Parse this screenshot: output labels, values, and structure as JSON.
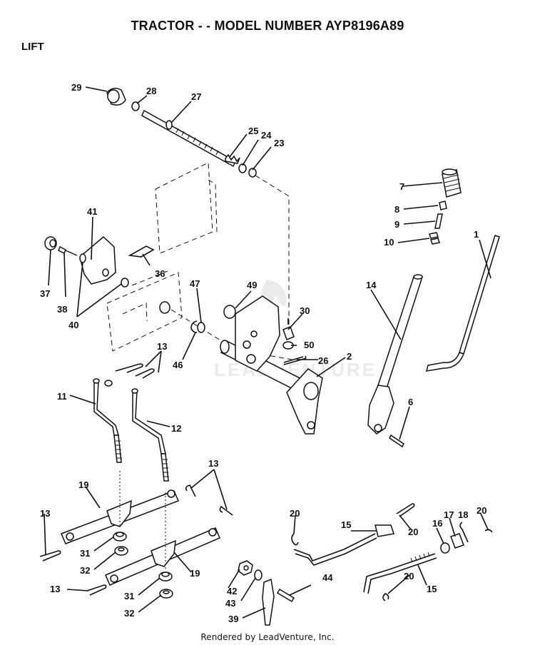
{
  "header": {
    "title": "TRACTOR - - MODEL NUMBER AYP8196A89",
    "section": "LIFT"
  },
  "footer": {
    "credit": "Rendered by LeadVenture, Inc."
  },
  "watermark": {
    "text": "LEADVENTURE"
  },
  "callouts": {
    "c1": "1",
    "c2": "2",
    "c6": "6",
    "c7": "7",
    "c8": "8",
    "c9": "9",
    "c10": "10",
    "c11": "11",
    "c12": "12",
    "c13a": "13",
    "c13b": "13",
    "c13c": "13",
    "c13d": "13",
    "c14": "14",
    "c15a": "15",
    "c15b": "15",
    "c16": "16",
    "c17": "17",
    "c18": "18",
    "c19a": "19",
    "c19b": "19",
    "c20a": "20",
    "c20b": "20",
    "c20c": "20",
    "c20d": "20",
    "c23": "23",
    "c24": "24",
    "c25": "25",
    "c26": "26",
    "c27": "27",
    "c28": "28",
    "c29": "29",
    "c30": "30",
    "c31a": "31",
    "c31b": "31",
    "c32a": "32",
    "c32b": "32",
    "c36": "36",
    "c37": "37",
    "c38": "38",
    "c39": "39",
    "c40": "40",
    "c41": "41",
    "c42": "42",
    "c43": "43",
    "c44": "44",
    "c46": "46",
    "c47": "47",
    "c49": "49",
    "c50": "50"
  }
}
